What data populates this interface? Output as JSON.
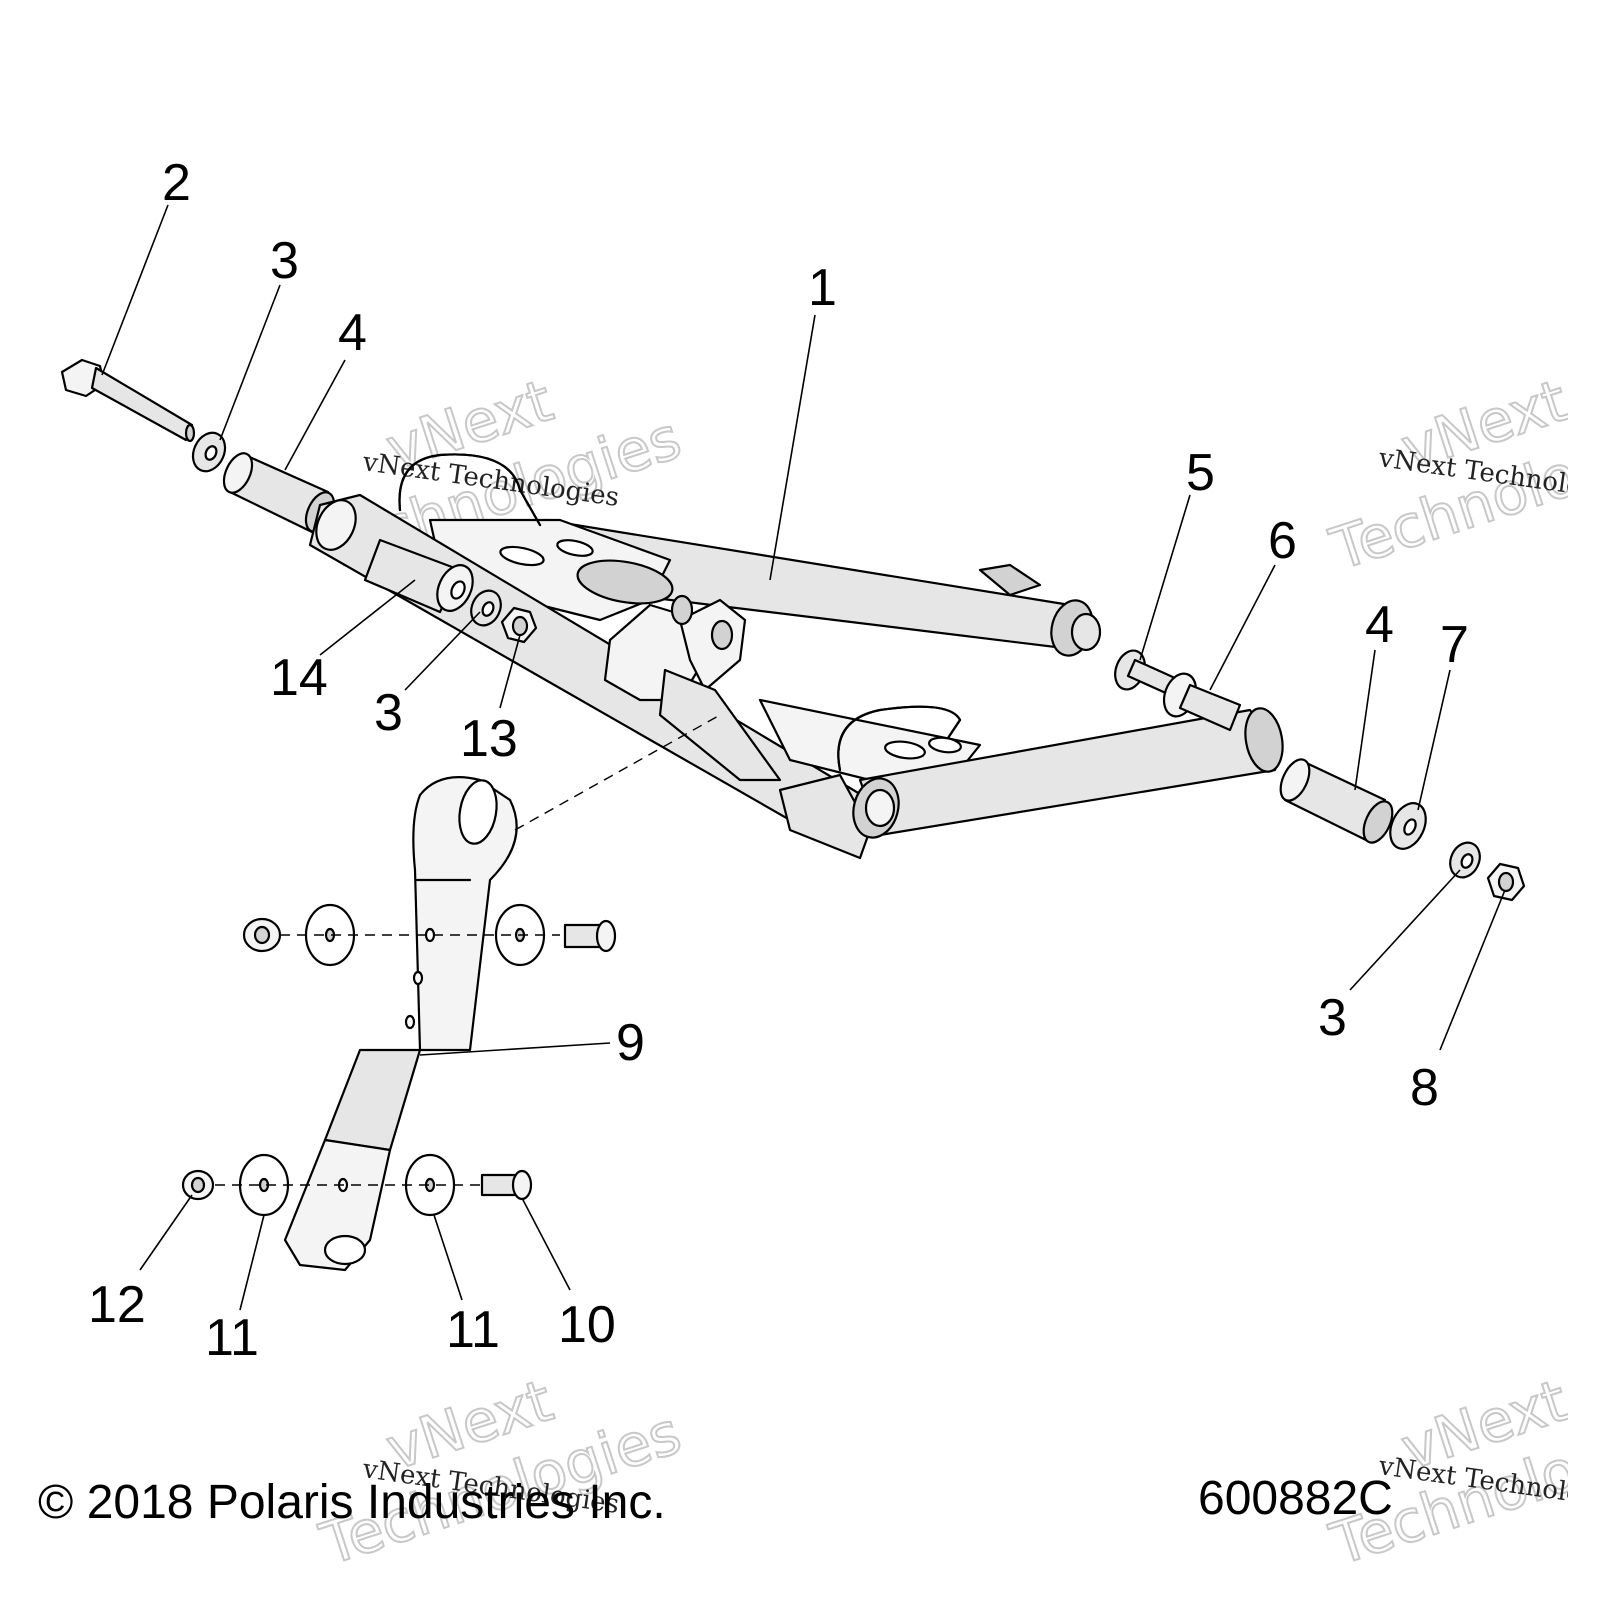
{
  "callouts": [
    {
      "id": "c1",
      "label": "1"
    },
    {
      "id": "c2",
      "label": "2"
    },
    {
      "id": "c3a",
      "label": "3"
    },
    {
      "id": "c4a",
      "label": "4"
    },
    {
      "id": "c5",
      "label": "5"
    },
    {
      "id": "c6",
      "label": "6"
    },
    {
      "id": "c4b",
      "label": "4"
    },
    {
      "id": "c7",
      "label": "7"
    },
    {
      "id": "c14",
      "label": "14"
    },
    {
      "id": "c3b",
      "label": "3"
    },
    {
      "id": "c13",
      "label": "13"
    },
    {
      "id": "c9",
      "label": "9"
    },
    {
      "id": "c3c",
      "label": "3"
    },
    {
      "id": "c8",
      "label": "8"
    },
    {
      "id": "c12",
      "label": "12"
    },
    {
      "id": "c11a",
      "label": "11"
    },
    {
      "id": "c11b",
      "label": "11"
    },
    {
      "id": "c10",
      "label": "10"
    }
  ],
  "footer": {
    "copyright": "© 2018 Polaris Industries Inc.",
    "figure_code": "600882C"
  },
  "watermark": {
    "line1": "vNext Technologies",
    "line2": "vNext",
    "line3": "Technologies"
  }
}
